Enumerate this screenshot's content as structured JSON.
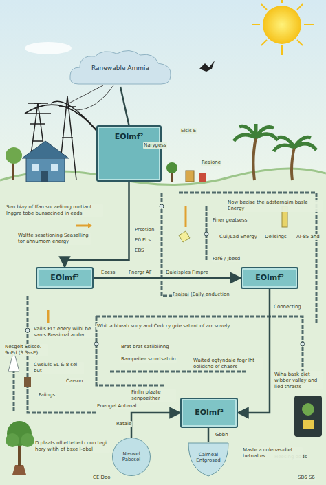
{
  "diagram": {
    "nodes": [
      {
        "text": [
          "Ranewable Ammia"
        ]
      },
      {
        "text": [
          "EOlmf²"
        ]
      },
      {
        "text": [
          "EOlmf²"
        ]
      },
      {
        "text": [
          "EOlmf²"
        ]
      },
      {
        "text": [
          "EOlmf²"
        ]
      },
      {
        "text": [
          "Naswel Pabcsel"
        ]
      },
      {
        "text": [
          "Calmeal Entgrosed"
        ]
      }
    ],
    "edges": [
      {
        "from": 0,
        "to": 1,
        "arrow": "none"
      },
      {
        "from": 1,
        "to": 2,
        "arrow": "to"
      },
      {
        "from": 2,
        "to": 3,
        "arrow": "to"
      },
      {
        "from": 3,
        "to": 4,
        "arrow": "to"
      },
      {
        "from": 5,
        "to": 4,
        "arrow": "to"
      },
      {
        "from": 4,
        "to": 6,
        "arrow": "none"
      }
    ],
    "labels": [
      "Narygess",
      "Elsis E",
      "Reaione",
      "Sen biay of ffan sucaelinng metiant lnggre tobe bunsecined in eeds",
      "Prsotion",
      "E0 Pl s",
      "EBS",
      "Finer geatsess",
      "Now becise the adsternaim basle Energy",
      "Waltte sesetioning Seaselling tor ahnumom energy",
      "Eeess",
      "Fnergr AF",
      "Daleisples Fimpre",
      "Faf6 / Jbesd",
      "Fsaisai (Eally enduction",
      "Cuil/Lad Energy",
      "Dellsings",
      "AI-85 ahd",
      "Connecting",
      "Whit a bbeab sucy and Cedcry grie satent of arr snvely",
      "Vaills PLY enery wilbl be sarcs Ressimal auder",
      "Nesgelt Ssisce. 9oEd (3.3ssE).",
      "Brat brat satiibiinng",
      "Rampeilee srorrtsatoin",
      "Cwsiuls EL & 8 sel but",
      "Carson",
      "Faiings",
      "Finlin plaate senpoeither",
      "Enengel Antenal",
      "Rataie",
      "Waited ogtyndaie fogr lht oolidsnd of chaers",
      "Wiha bask diet wibber valley and lied tnrasts",
      "Heesing odds",
      "Gbbh",
      "Maste a colenas-diet betnaltes",
      "D plaats oll ettetied coun tegi hory witih of bsxe l-obal",
      "CE Doo",
      "SB6 S6"
    ]
  }
}
